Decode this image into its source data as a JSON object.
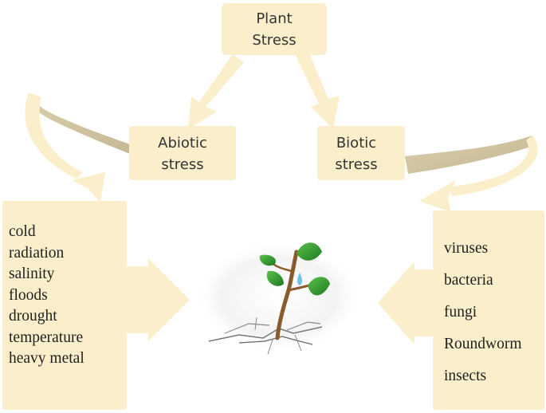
{
  "nodes": {
    "root": "Plant\nStress",
    "abiotic": "Abiotic\nstress",
    "biotic": "Biotic\nstress"
  },
  "abiotic_factors": [
    "cold",
    "radiation",
    "salinity",
    "floods",
    "drought",
    "temperature",
    "heavy metal"
  ],
  "biotic_factors": [
    "viruses",
    "bacteria",
    "fungi",
    "Roundworm",
    "insects"
  ],
  "colors": {
    "box_fill": "#fbefcb",
    "curved_arrow": "#c9b98e",
    "leaf": "#2f8f2f",
    "stem": "#8a5a2b"
  },
  "icons": [
    "curved-arrow-left-icon",
    "curved-arrow-right-icon",
    "plant-seedling-icon"
  ]
}
